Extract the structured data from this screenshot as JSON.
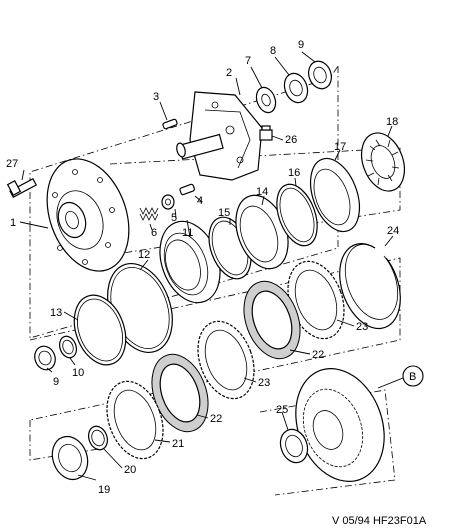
{
  "diagram": {
    "callouts": [
      "1",
      "2",
      "3",
      "4",
      "5",
      "6",
      "7",
      "8",
      "9",
      "10",
      "11",
      "12",
      "13",
      "14",
      "15",
      "16",
      "17",
      "18",
      "19",
      "20",
      "21",
      "22",
      "23",
      "24",
      "25",
      "26",
      "27"
    ],
    "labels": {
      "c1": "1",
      "c2": "2",
      "c3": "3",
      "c4": "4",
      "c5": "5",
      "c6": "6",
      "c7": "7",
      "c8": "8",
      "c9a": "9",
      "c9b": "9",
      "c10": "10",
      "c11": "11",
      "c12": "12",
      "c13": "13",
      "c14": "14",
      "c15": "15",
      "c16": "16",
      "c17": "17",
      "c18": "18",
      "c19": "19",
      "c20": "20",
      "c21": "21",
      "c22a": "22",
      "c22b": "22",
      "c23a": "23",
      "c23b": "23",
      "c24": "24",
      "c25": "25",
      "c26": "26",
      "c27": "27"
    },
    "detail_marker": "B",
    "footer_code": "V 05/94 HF23F01A"
  }
}
